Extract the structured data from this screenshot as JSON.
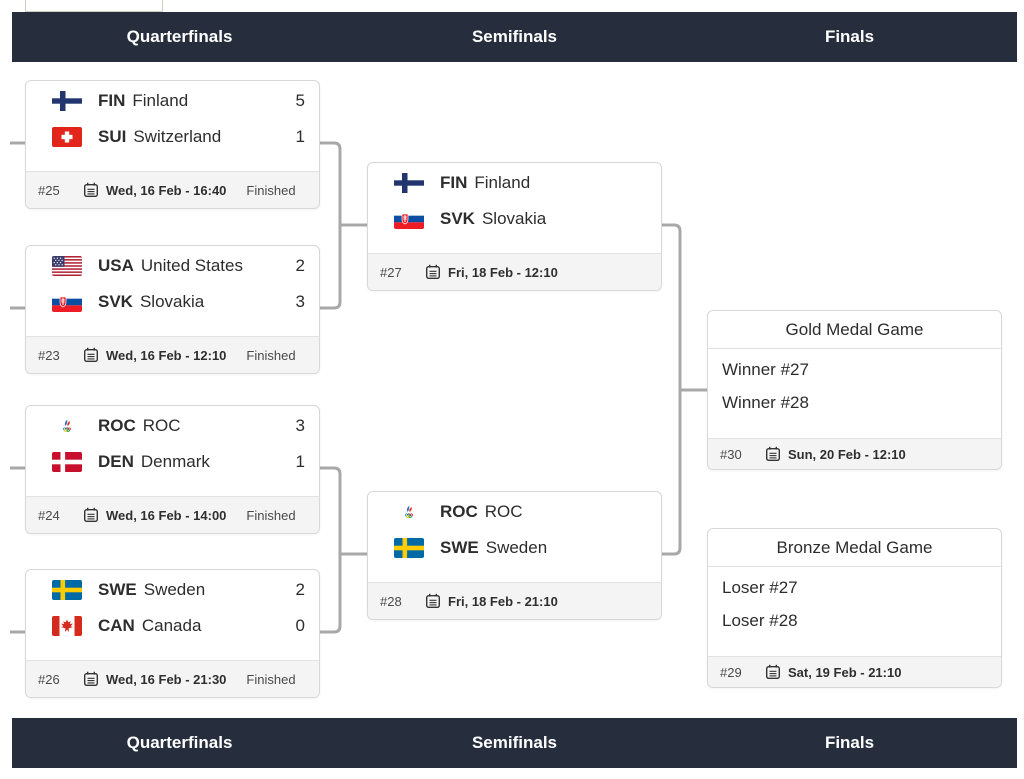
{
  "round_headers": [
    "Quarterfinals",
    "Semifinals",
    "Finals"
  ],
  "colors": {
    "header_bar_bg": "#262e3e",
    "header_bar_text": "#ffffff",
    "connector": "#a8a8a8",
    "card_border": "#d8d8d8",
    "footer_bg": "#f4f4f5"
  },
  "icons": {
    "calendar": "calendar-icon"
  },
  "matches": {
    "qf": [
      {
        "id": "#25",
        "datetime": "Wed, 16 Feb - 16:40",
        "status": "Finished",
        "teams": [
          {
            "code": "FIN",
            "name": "Finland",
            "score": "5",
            "flag": "finland-flag"
          },
          {
            "code": "SUI",
            "name": "Switzerland",
            "score": "1",
            "flag": "switzerland-flag"
          }
        ]
      },
      {
        "id": "#23",
        "datetime": "Wed, 16 Feb - 12:10",
        "status": "Finished",
        "teams": [
          {
            "code": "USA",
            "name": "United States",
            "score": "2",
            "flag": "usa-flag"
          },
          {
            "code": "SVK",
            "name": "Slovakia",
            "score": "3",
            "flag": "slovakia-flag"
          }
        ]
      },
      {
        "id": "#24",
        "datetime": "Wed, 16 Feb - 14:00",
        "status": "Finished",
        "teams": [
          {
            "code": "ROC",
            "name": "ROC",
            "score": "3",
            "flag": "roc-flag"
          },
          {
            "code": "DEN",
            "name": "Denmark",
            "score": "1",
            "flag": "denmark-flag"
          }
        ]
      },
      {
        "id": "#26",
        "datetime": "Wed, 16 Feb - 21:30",
        "status": "Finished",
        "teams": [
          {
            "code": "SWE",
            "name": "Sweden",
            "score": "2",
            "flag": "sweden-flag"
          },
          {
            "code": "CAN",
            "name": "Canada",
            "score": "0",
            "flag": "canada-flag"
          }
        ]
      }
    ],
    "sf": [
      {
        "id": "#27",
        "datetime": "Fri, 18 Feb - 12:10",
        "teams": [
          {
            "code": "FIN",
            "name": "Finland",
            "flag": "finland-flag"
          },
          {
            "code": "SVK",
            "name": "Slovakia",
            "flag": "slovakia-flag"
          }
        ]
      },
      {
        "id": "#28",
        "datetime": "Fri, 18 Feb - 21:10",
        "teams": [
          {
            "code": "ROC",
            "name": "ROC",
            "flag": "roc-flag"
          },
          {
            "code": "SWE",
            "name": "Sweden",
            "flag": "sweden-flag"
          }
        ]
      }
    ],
    "finals": [
      {
        "title": "Gold Medal Game",
        "id": "#30",
        "datetime": "Sun, 20 Feb - 12:10",
        "teams": [
          "Winner #27",
          "Winner #28"
        ]
      },
      {
        "title": "Bronze Medal Game",
        "id": "#29",
        "datetime": "Sat, 19 Feb - 21:10",
        "teams": [
          "Loser #27",
          "Loser #28"
        ]
      }
    ]
  }
}
